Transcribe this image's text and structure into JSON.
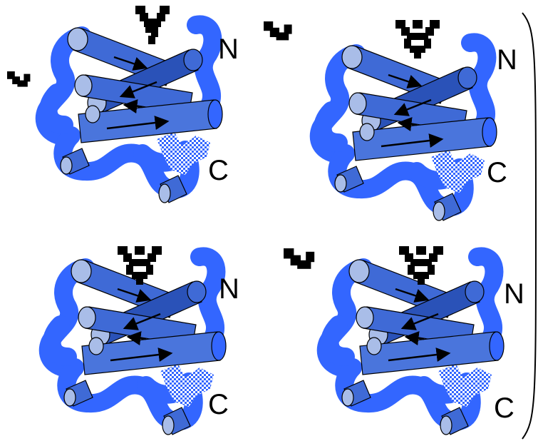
{
  "colors": {
    "coil": "#3366ff",
    "helix": "#3f6ad6",
    "helix_dark": "#2a52b8",
    "helix_cap": "#a9bde8",
    "strand": "#4a75dc",
    "glycan": "#000000",
    "ligand": "#3366ff",
    "text": "#000000",
    "outline": "#000000"
  },
  "panels": [
    {
      "n_label": "N",
      "c_label": "C",
      "glycans": [
        "small",
        "branched"
      ]
    },
    {
      "n_label": "N",
      "c_label": "C",
      "glycans": [
        "small",
        "branched"
      ]
    },
    {
      "n_label": "N",
      "c_label": "C",
      "glycans": [
        "branched"
      ]
    },
    {
      "n_label": "N",
      "c_label": "C",
      "glycans": [
        "small",
        "branched"
      ]
    }
  ],
  "icons": [
    "protein-ribbon",
    "glycan",
    "ligand",
    "bracket"
  ]
}
